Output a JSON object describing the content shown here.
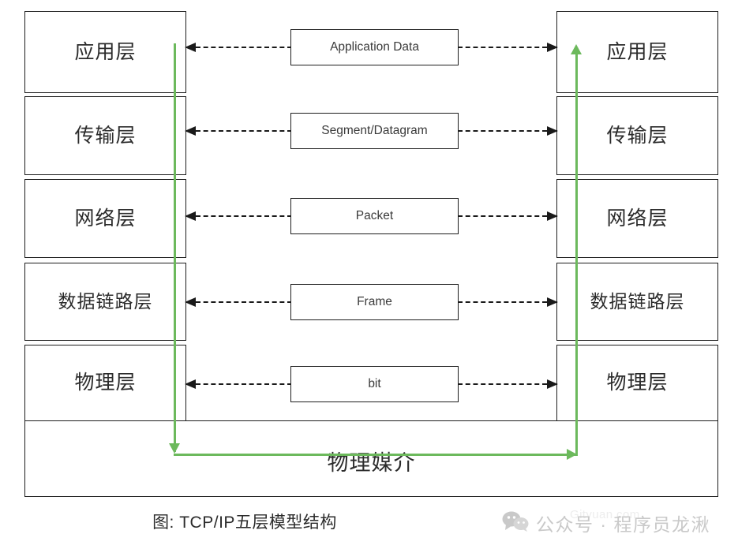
{
  "diagram": {
    "caption": "图: TCP/IP五层模型结构",
    "accent_green": "#6cb95c",
    "line_color": "#1d1d1d",
    "sender": {
      "title": "sender-stack",
      "layers": [
        {
          "label": "应用层"
        },
        {
          "label": "传输层"
        },
        {
          "label": "网络层"
        },
        {
          "label": "数据链路层"
        },
        {
          "label": "物理层"
        }
      ]
    },
    "receiver": {
      "title": "receiver-stack",
      "layers": [
        {
          "label": "应用层"
        },
        {
          "label": "传输层"
        },
        {
          "label": "网络层"
        },
        {
          "label": "数据链路层"
        },
        {
          "label": "物理层"
        }
      ]
    },
    "pdus": [
      {
        "label": "Application Data"
      },
      {
        "label": "Segment/Datagram"
      },
      {
        "label": "Packet"
      },
      {
        "label": "Frame"
      },
      {
        "label": "bit"
      }
    ],
    "medium": {
      "label": "物理媒介"
    }
  },
  "watermark": {
    "icon": "wechat-icon",
    "text": "公众号 · 程序员龙湫",
    "url": "Gityuan.com"
  }
}
